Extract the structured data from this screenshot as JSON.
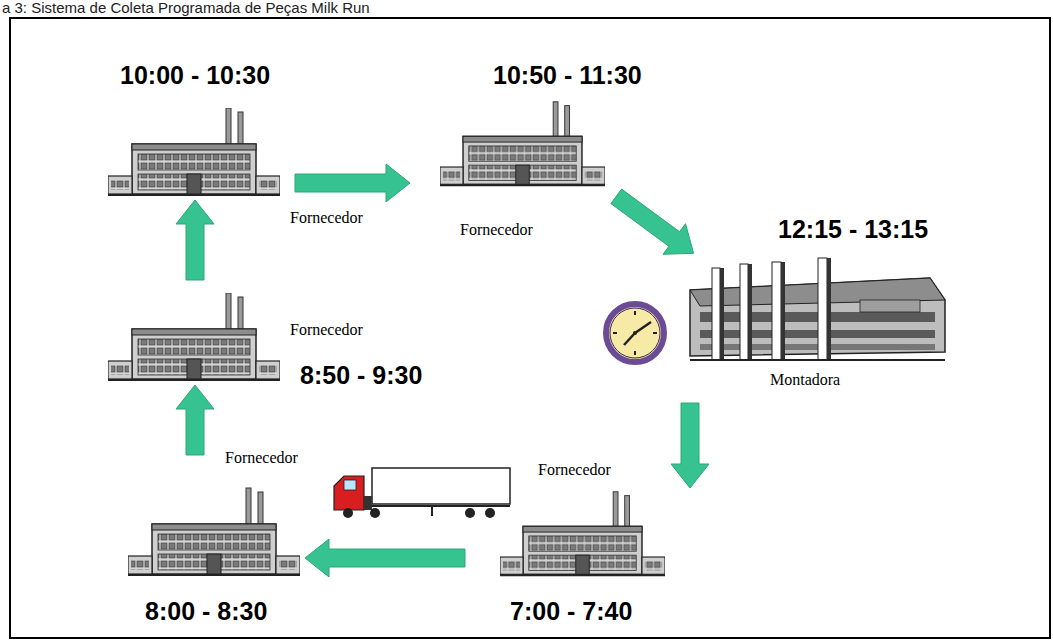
{
  "diagram": {
    "title": "a 3: Sistema de Coleta Programada de Peças Milk Run",
    "nodes": [
      {
        "text": [
          "10:00 - 10:30",
          "Fornecedor"
        ]
      },
      {
        "text": [
          "10:50 - 11:30",
          "Fornecedor"
        ]
      },
      {
        "text": [
          "12:15 - 13:15",
          "Montadora"
        ]
      },
      {
        "text": [
          "Fornecedor",
          "8:50 - 9:30"
        ]
      },
      {
        "text": [
          "Fornecedor",
          "8:00 - 8:30"
        ]
      },
      {
        "text": [
          "Fornecedor",
          "7:00 - 7:40"
        ]
      }
    ],
    "edges": [
      {
        "from": 0,
        "to": 1,
        "arrow": "to"
      },
      {
        "from": 1,
        "to": 2,
        "arrow": "to"
      },
      {
        "from": 2,
        "to": 5,
        "arrow": "to"
      },
      {
        "from": 5,
        "to": 4,
        "arrow": "to"
      },
      {
        "from": 4,
        "to": 3,
        "arrow": "to"
      },
      {
        "from": 3,
        "to": 0,
        "arrow": "to"
      }
    ]
  }
}
